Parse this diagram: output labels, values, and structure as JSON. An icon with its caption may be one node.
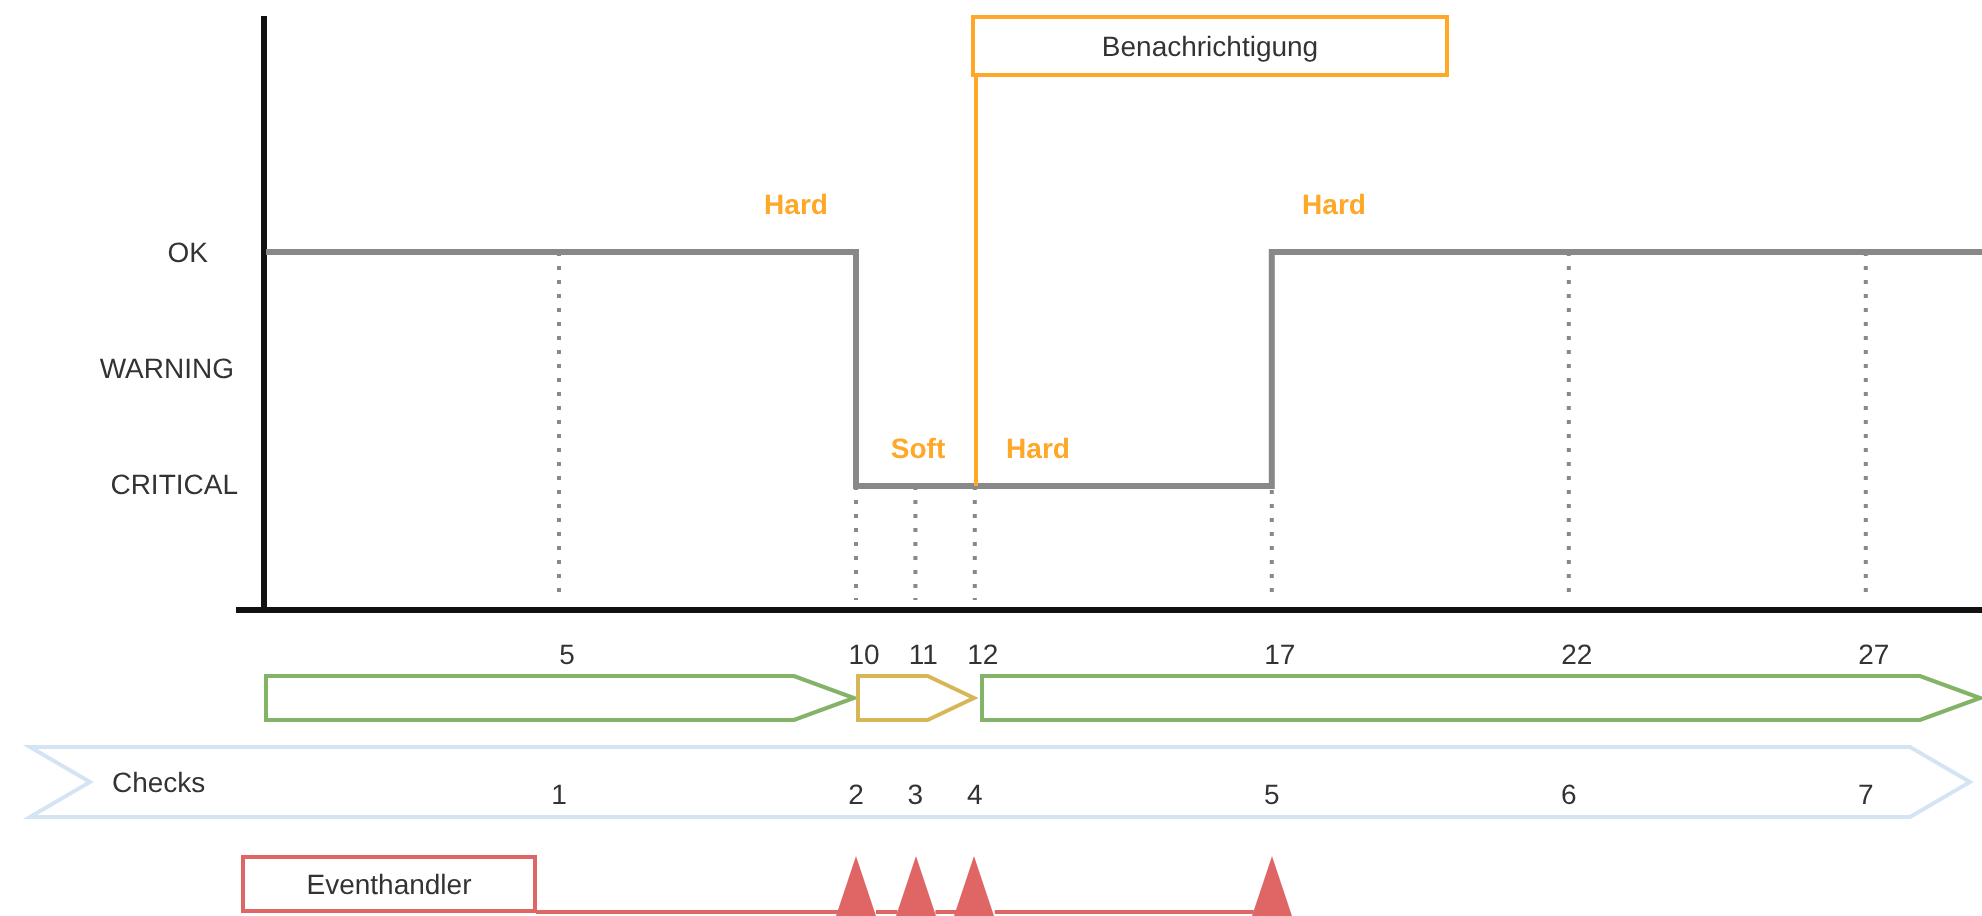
{
  "diagram": {
    "nodes": [
      {
        "text": [
          "Benachrichtigung"
        ]
      },
      {
        "text": [
          "Checks"
        ]
      },
      {
        "text": [
          "Eventhandler"
        ]
      },
      {
        "text": [],
        "shape": "triangle"
      },
      {
        "text": [],
        "shape": "triangle"
      },
      {
        "text": [],
        "shape": "triangle"
      },
      {
        "text": [],
        "shape": "triangle"
      }
    ],
    "edges": [
      {
        "from": 0,
        "to": null,
        "arrow": "none",
        "color": "#ffa727"
      },
      {
        "from": 2,
        "to": 3,
        "arrow": "none",
        "color": "#e06666"
      },
      {
        "from": 3,
        "to": 4,
        "arrow": "none",
        "color": "#e06666"
      },
      {
        "from": 4,
        "to": 5,
        "arrow": "none",
        "color": "#e06666"
      },
      {
        "from": 5,
        "to": 6,
        "arrow": "none",
        "color": "#e06666"
      }
    ],
    "labels": [
      "Hard",
      "Hard",
      "OK",
      "WARNING",
      "Soft",
      "Hard",
      "CRITICAL",
      "5",
      "10",
      "11",
      "12",
      "17",
      "22",
      "27",
      "1",
      "2",
      "3",
      "4",
      "5",
      "6",
      "7"
    ]
  }
}
